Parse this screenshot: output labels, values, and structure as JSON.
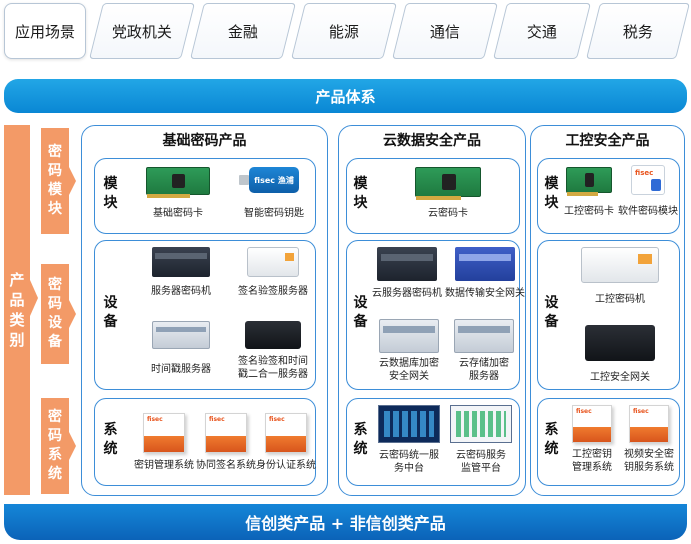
{
  "scenarios": {
    "label": "应用场景",
    "items": [
      "党政机关",
      "金融",
      "能源",
      "通信",
      "交通",
      "税务"
    ]
  },
  "header": {
    "title": "产品体系"
  },
  "footer": {
    "title": "信创类产品 + 非信创类产品"
  },
  "categories": {
    "main": "产品类别",
    "sub": [
      "密码模块",
      "密码设备",
      "密码系统"
    ]
  },
  "groups": [
    {
      "title": "基础密码产品",
      "rows": [
        {
          "label": "模块",
          "items": [
            "基础密码卡",
            "智能密码钥匙"
          ]
        },
        {
          "label": "设备",
          "items": [
            "服务器密码机",
            "签名验签服务器",
            "时间戳服务器",
            "签名验签和时间戳二合一服务器"
          ]
        },
        {
          "label": "系统",
          "items": [
            "密钥管理系统",
            "协同签名系统",
            "身份认证系统"
          ]
        }
      ]
    },
    {
      "title": "云数据安全产品",
      "rows": [
        {
          "label": "模块",
          "items": [
            "云密码卡"
          ]
        },
        {
          "label": "设备",
          "items": [
            "云服务器密码机",
            "数据传输安全网关",
            "云数据库加密安全网关",
            "云存储加密服务器"
          ]
        },
        {
          "label": "系统",
          "items": [
            "云密码统一服务中台",
            "云密码服务监管平台"
          ]
        }
      ]
    },
    {
      "title": "工控安全产品",
      "rows": [
        {
          "label": "模块",
          "items": [
            "工控密码卡",
            "软件密码模块"
          ]
        },
        {
          "label": "设备",
          "items": [
            "工控密码机",
            "工控安全网关"
          ]
        },
        {
          "label": "系统",
          "items": [
            "工控密钥管理系统",
            "视频安全密钥服务系统"
          ]
        }
      ]
    }
  ],
  "brand": "fisec",
  "brand_usb": "fisec 渔浦"
}
